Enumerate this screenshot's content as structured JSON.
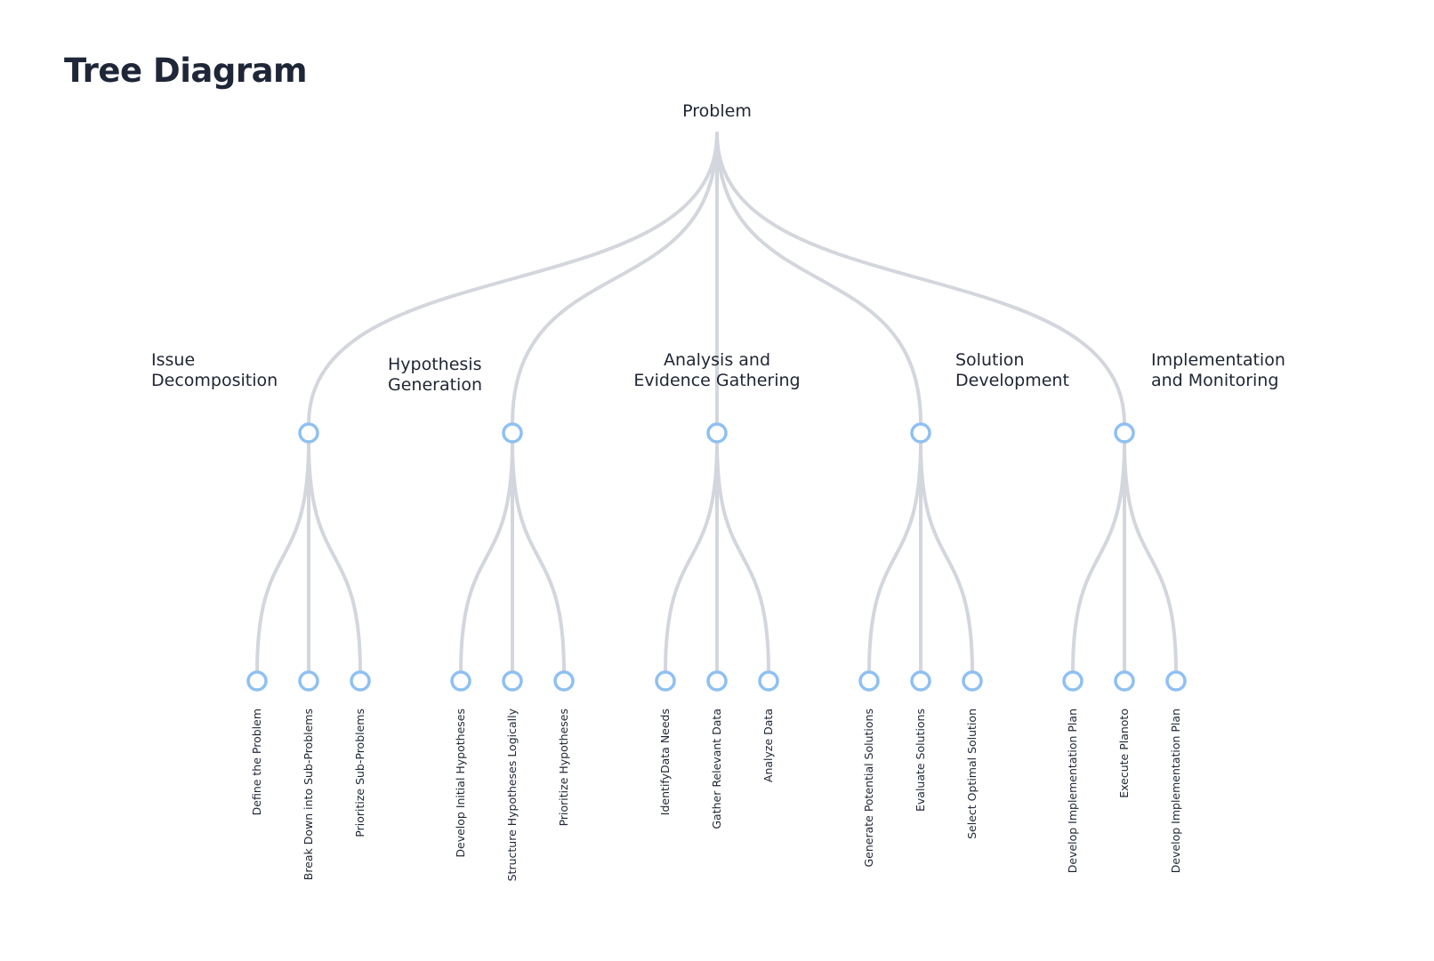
{
  "title": "Tree Diagram",
  "colors": {
    "edge": "#d3d6dc",
    "node_stroke": "#8ec0f2",
    "text": "#1f2533",
    "title": "#1e2638"
  },
  "tree": {
    "root": "Problem",
    "categories": [
      {
        "label": [
          "Issue",
          "Decomposition"
        ],
        "children": [
          "Define the Problem",
          "Break Down into Sub-Problems",
          "Prioritize Sub-Problems"
        ]
      },
      {
        "label": [
          "Hypothesis",
          "Generation"
        ],
        "children": [
          "Develop Initial Hypotheses",
          "Structure Hypotheses Logically",
          "Prioritize Hypotheses"
        ]
      },
      {
        "label": [
          "Analysis and",
          "Evidence Gathering"
        ],
        "children": [
          "IdentifyData Needs",
          "Gather Relevant Data",
          "Analyze Data"
        ]
      },
      {
        "label": [
          "Solution",
          "Development"
        ],
        "children": [
          "Generate Potential Solutions",
          "Evaluate Solutions",
          "Select Optimal Solution"
        ]
      },
      {
        "label": [
          "Implementation",
          "and Monitoring"
        ],
        "children": [
          "Develop Implementation Plan",
          "Execute Planoto",
          "Develop Implementation Plan"
        ]
      }
    ]
  }
}
